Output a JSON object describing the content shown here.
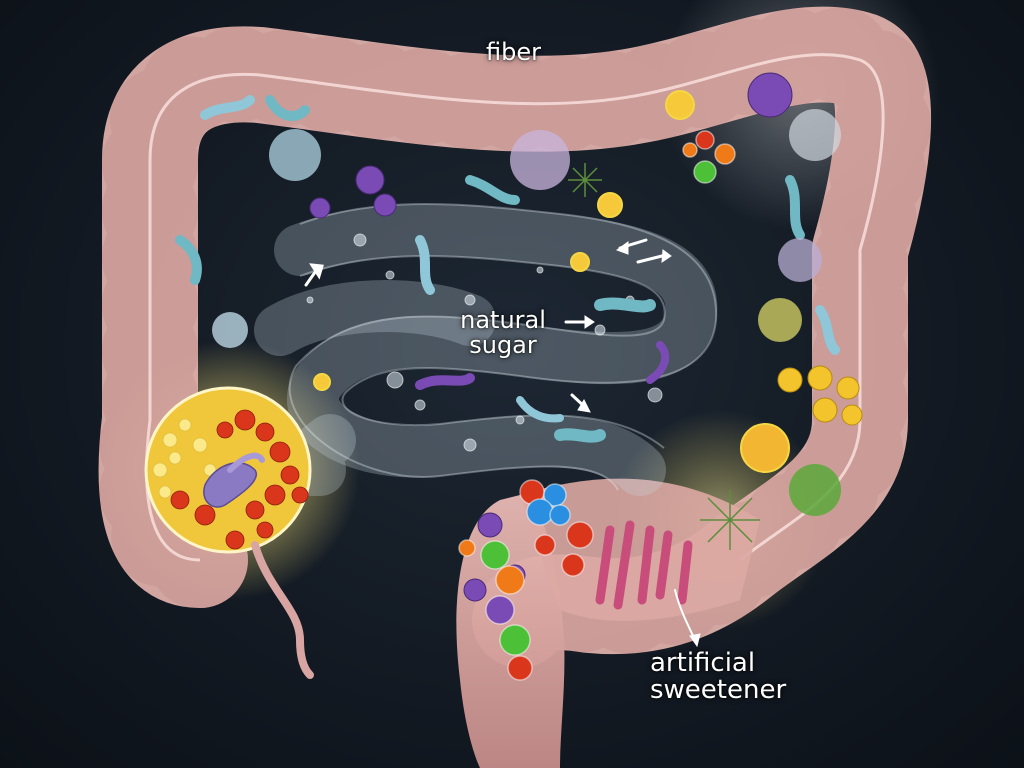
{
  "labels": {
    "fiber": "fiber",
    "natural_sugar": "natural\nsugar",
    "artificial_sweetener": "artificial\nsweetener"
  },
  "colors": {
    "background": "#131a23",
    "colon_wall": "#d9a5a2",
    "small_intestine": "#c9d6e2",
    "highlight_glow": "#ffe87a",
    "microbe_purple": "#7b4bb5",
    "microbe_teal": "#6fb8c4",
    "pellet_red": "#d9361c",
    "pellet_yellow": "#f5d743",
    "ball_green": "#4cc036",
    "ball_blue": "#2a8fe0",
    "ball_orange": "#f07a17"
  }
}
